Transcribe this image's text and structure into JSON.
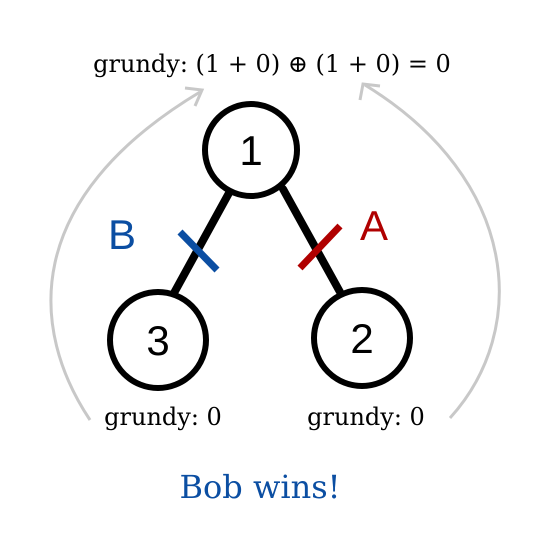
{
  "root_formula": "grundy: (1 + 0) ⊕ (1 + 0) = 0",
  "nodes": {
    "root": "1",
    "left": "3",
    "right": "2"
  },
  "cuts": {
    "left": {
      "label": "B",
      "color": "#0b4ea2"
    },
    "right": {
      "label": "A",
      "color": "#b00000"
    }
  },
  "leaf_values": {
    "left": "grundy: 0",
    "right": "grundy: 0"
  },
  "result": {
    "text": "Bob wins!",
    "color": "#0b4ea2"
  },
  "colors": {
    "arrow": "#c8c8c8",
    "node_stroke": "#000000"
  }
}
